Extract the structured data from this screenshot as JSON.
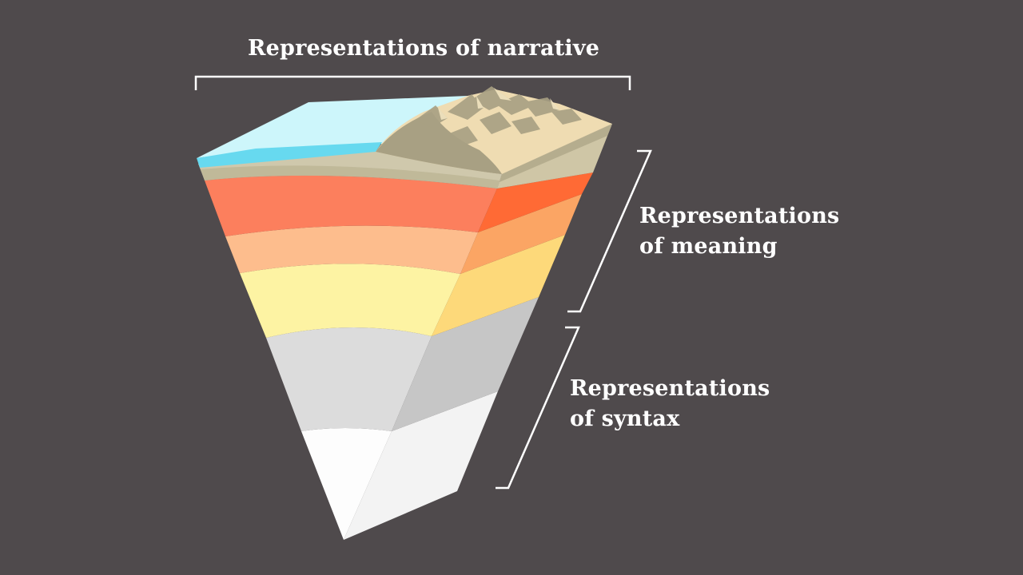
{
  "labels": {
    "narrative": "Representations of narrative",
    "meaning_line1": "Representations",
    "meaning_line2": "of meaning",
    "syntax_line1": "Representations",
    "syntax_line2": "of syntax"
  },
  "colors": {
    "background": "#4f4a4c",
    "bracket": "#ffffff",
    "ocean_top": "#cdf6fb",
    "ocean_edge": "#67d9ef",
    "land_top": "#efdcb2",
    "mountain_shade": "#a8a083",
    "crust_front": "#cfc8ac",
    "crust_side": "#cfc6a6",
    "layer_red_front": "#fc7f5d",
    "layer_red_side": "#ff6a35",
    "layer_peach_front": "#fdbd8d",
    "layer_peach_side": "#fba564",
    "layer_yellow_front": "#fdf3a3",
    "layer_yellow_side": "#fdd97a",
    "layer_gray_front": "#dcdcdc",
    "layer_gray_side": "#c6c6c6",
    "layer_white_front": "#fdfdfd",
    "layer_white_side": "#f3f3f3"
  }
}
